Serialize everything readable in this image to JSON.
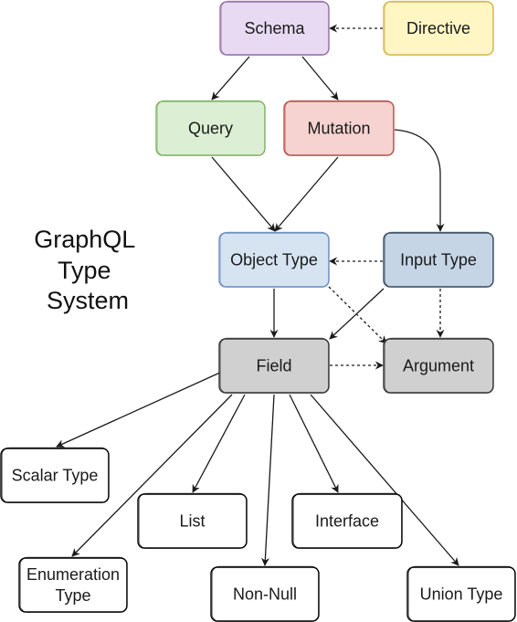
{
  "title": [
    "GraphQL",
    "Type",
    "System"
  ],
  "colors": {
    "purple": {
      "fill": "#e8daf3",
      "stroke": "#9673a6"
    },
    "yellow": {
      "fill": "#fff6c4",
      "stroke": "#d6b656"
    },
    "green": {
      "fill": "#dcefd4",
      "stroke": "#82b366"
    },
    "red": {
      "fill": "#f6d3d1",
      "stroke": "#b85450"
    },
    "blue": {
      "fill": "#d6e4f2",
      "stroke": "#6c8ebf"
    },
    "darkblue": {
      "fill": "#c5d5e6",
      "stroke": "#3d4f63"
    },
    "gray": {
      "fill": "#d0d0d0",
      "stroke": "#333333"
    },
    "white": {
      "fill": "#ffffff",
      "stroke": "#000000"
    }
  },
  "nodes": [
    {
      "id": "schema",
      "label": [
        "Schema"
      ],
      "color": "purple"
    },
    {
      "id": "directive",
      "label": [
        "Directive"
      ],
      "color": "yellow"
    },
    {
      "id": "query",
      "label": [
        "Query"
      ],
      "color": "green"
    },
    {
      "id": "mutation",
      "label": [
        "Mutation"
      ],
      "color": "red"
    },
    {
      "id": "object-type",
      "label": [
        "Object Type"
      ],
      "color": "blue"
    },
    {
      "id": "input-type",
      "label": [
        "Input Type"
      ],
      "color": "darkblue"
    },
    {
      "id": "field",
      "label": [
        "Field"
      ],
      "color": "gray"
    },
    {
      "id": "argument",
      "label": [
        "Argument"
      ],
      "color": "gray"
    },
    {
      "id": "scalar-type",
      "label": [
        "Scalar Type"
      ],
      "color": "white"
    },
    {
      "id": "list",
      "label": [
        "List"
      ],
      "color": "white"
    },
    {
      "id": "interface",
      "label": [
        "Interface"
      ],
      "color": "white"
    },
    {
      "id": "enumeration-type",
      "label": [
        "Enumeration",
        "Type"
      ],
      "color": "white"
    },
    {
      "id": "non-null",
      "label": [
        "Non-Null"
      ],
      "color": "white"
    },
    {
      "id": "union-type",
      "label": [
        "Union Type"
      ],
      "color": "white"
    }
  ],
  "edges": [
    {
      "from": "directive",
      "to": "schema",
      "style": "dashed"
    },
    {
      "from": "schema",
      "to": "query",
      "style": "solid"
    },
    {
      "from": "schema",
      "to": "mutation",
      "style": "solid"
    },
    {
      "from": "query",
      "to": "object-type",
      "style": "solid"
    },
    {
      "from": "mutation",
      "to": "object-type",
      "style": "solid"
    },
    {
      "from": "mutation",
      "to": "input-type",
      "style": "solid"
    },
    {
      "from": "input-type",
      "to": "object-type",
      "style": "dashed"
    },
    {
      "from": "object-type",
      "to": "argument",
      "style": "dashed"
    },
    {
      "from": "input-type",
      "to": "argument",
      "style": "dashed"
    },
    {
      "from": "object-type",
      "to": "field",
      "style": "solid"
    },
    {
      "from": "input-type",
      "to": "field",
      "style": "solid"
    },
    {
      "from": "field",
      "to": "argument",
      "style": "dashed"
    },
    {
      "from": "field",
      "to": "scalar-type",
      "style": "solid"
    },
    {
      "from": "field",
      "to": "enumeration-type",
      "style": "solid"
    },
    {
      "from": "field",
      "to": "list",
      "style": "solid"
    },
    {
      "from": "field",
      "to": "non-null",
      "style": "solid"
    },
    {
      "from": "field",
      "to": "interface",
      "style": "solid"
    },
    {
      "from": "field",
      "to": "union-type",
      "style": "solid"
    }
  ]
}
